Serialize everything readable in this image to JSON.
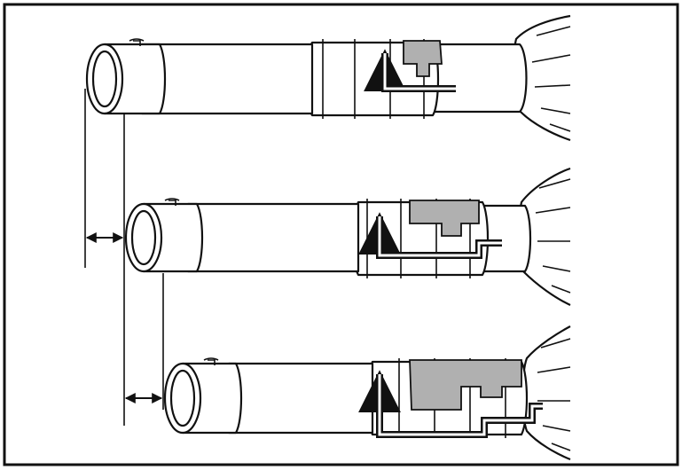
{
  "figure": {
    "subject": "blower-nozzle-extension-assembly",
    "steps": [
      {
        "position": "fully-retracted",
        "ring_shown": "latched"
      },
      {
        "position": "middle-extension",
        "ring_shown": "turn-to-unlock"
      },
      {
        "position": "fully-extended",
        "ring_shown": "turn-to-unlock"
      }
    ]
  },
  "colors": {
    "outline": "#111111",
    "latch_fill": "#b0b0b0",
    "background": "#ffffff"
  },
  "icons": {
    "lock_arrow": "bent-arrow-icon",
    "dimension": "double-arrow-icon"
  }
}
